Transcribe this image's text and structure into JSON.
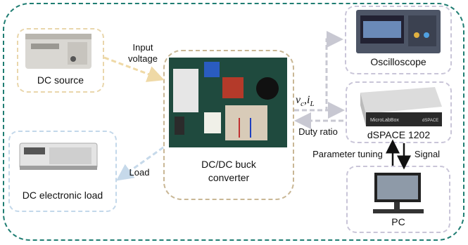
{
  "blocks": {
    "dc_source": "DC source",
    "dc_load": "DC electronic load",
    "buck_line1": "DC/DC buck",
    "buck_line2": "converter",
    "oscilloscope": "Oscilloscope",
    "dspace": "dSPACE 1202",
    "pc": "PC"
  },
  "arrows": {
    "input_line1": "Input",
    "input_line2": "voltage",
    "load": "Load",
    "measured_v": "v",
    "measured_v_sub": "c",
    "measured_sep": ",",
    "measured_i": "i",
    "measured_i_sub": "L",
    "duty": "Duty ratio",
    "param": "Parameter tuning",
    "signal": "Signal"
  },
  "device_text": {
    "dspace_front": "MicroLabBox",
    "dspace_brand": "dSPACE"
  },
  "colors": {
    "outer_border": "#1f7d72",
    "yellow_border": "#e9d6ab",
    "blue_border": "#c3d8ea",
    "converter_border": "#c9b795",
    "gray_border": "#c9c5d8",
    "yellow_arrow": "#efd9a6",
    "blue_arrow": "#c6d9ea",
    "gray_arrow": "#c8c8d2"
  }
}
